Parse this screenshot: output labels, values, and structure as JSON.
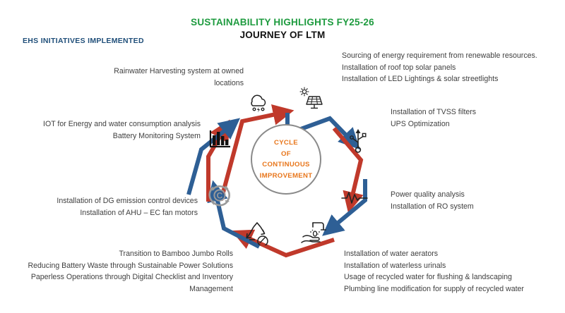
{
  "header": {
    "title": "SUSTAINABILITY HIGHLIGHTS FY25-26",
    "subtitle": "JOURNEY OF LTM",
    "corner_label": "EHS INITIATIVES IMPLEMENTED",
    "title_color": "#1e9b3f",
    "subtitle_color": "#111111",
    "corner_label_color": "#1f4e79"
  },
  "center": {
    "line1": "CYCLE",
    "line2": "OF",
    "line3": "CONTINUOUS",
    "line4": "IMPROVEMENT",
    "text_color": "#e8761b",
    "ring_color": "#8a8a8a"
  },
  "ring": {
    "arrow_red": "#c0392b",
    "arrow_blue": "#2e5f95",
    "segment_count": 8
  },
  "icons": [
    {
      "name": "cloud-rain-icon",
      "position": "top-left"
    },
    {
      "name": "solar-panel-icon",
      "position": "top-right"
    },
    {
      "name": "usb-plug-icon",
      "position": "right-upper"
    },
    {
      "name": "pulse-waveform-icon",
      "position": "right-lower"
    },
    {
      "name": "handwash-tap-icon",
      "position": "bottom-right"
    },
    {
      "name": "recycle-leaf-icon",
      "position": "bottom-left"
    },
    {
      "name": "carbon-cycle-icon",
      "position": "left-lower"
    },
    {
      "name": "bar-chart-icon",
      "position": "left-upper"
    }
  ],
  "blocks": {
    "solar": [
      "Sourcing of energy requirement from renewable resources.",
      "Installation of roof top solar panels",
      "Installation of LED Lightings &  solar streetlights"
    ],
    "tvss": [
      "Installation of TVSS filters",
      "UPS Optimization"
    ],
    "power": [
      "Power quality analysis",
      "Installation of RO system"
    ],
    "water": [
      "Installation of water aerators",
      "Installation of waterless urinals",
      "Usage of recycled water for flushing & landscaping",
      "Plumbing line modification for supply of recycled water"
    ],
    "bamboo": [
      "Transition to Bamboo Jumbo Rolls",
      "Reducing Battery Waste through Sustainable Power Solutions",
      "Paperless Operations through Digital Checklist and Inventory",
      "Management"
    ],
    "dg": [
      "Installation of DG emission control devices",
      "Installation of AHU – EC fan motors"
    ],
    "iot": [
      "IOT for Energy and water consumption analysis",
      "Battery Monitoring System"
    ],
    "rain": [
      "Rainwater Harvesting system at owned",
      "locations"
    ]
  }
}
